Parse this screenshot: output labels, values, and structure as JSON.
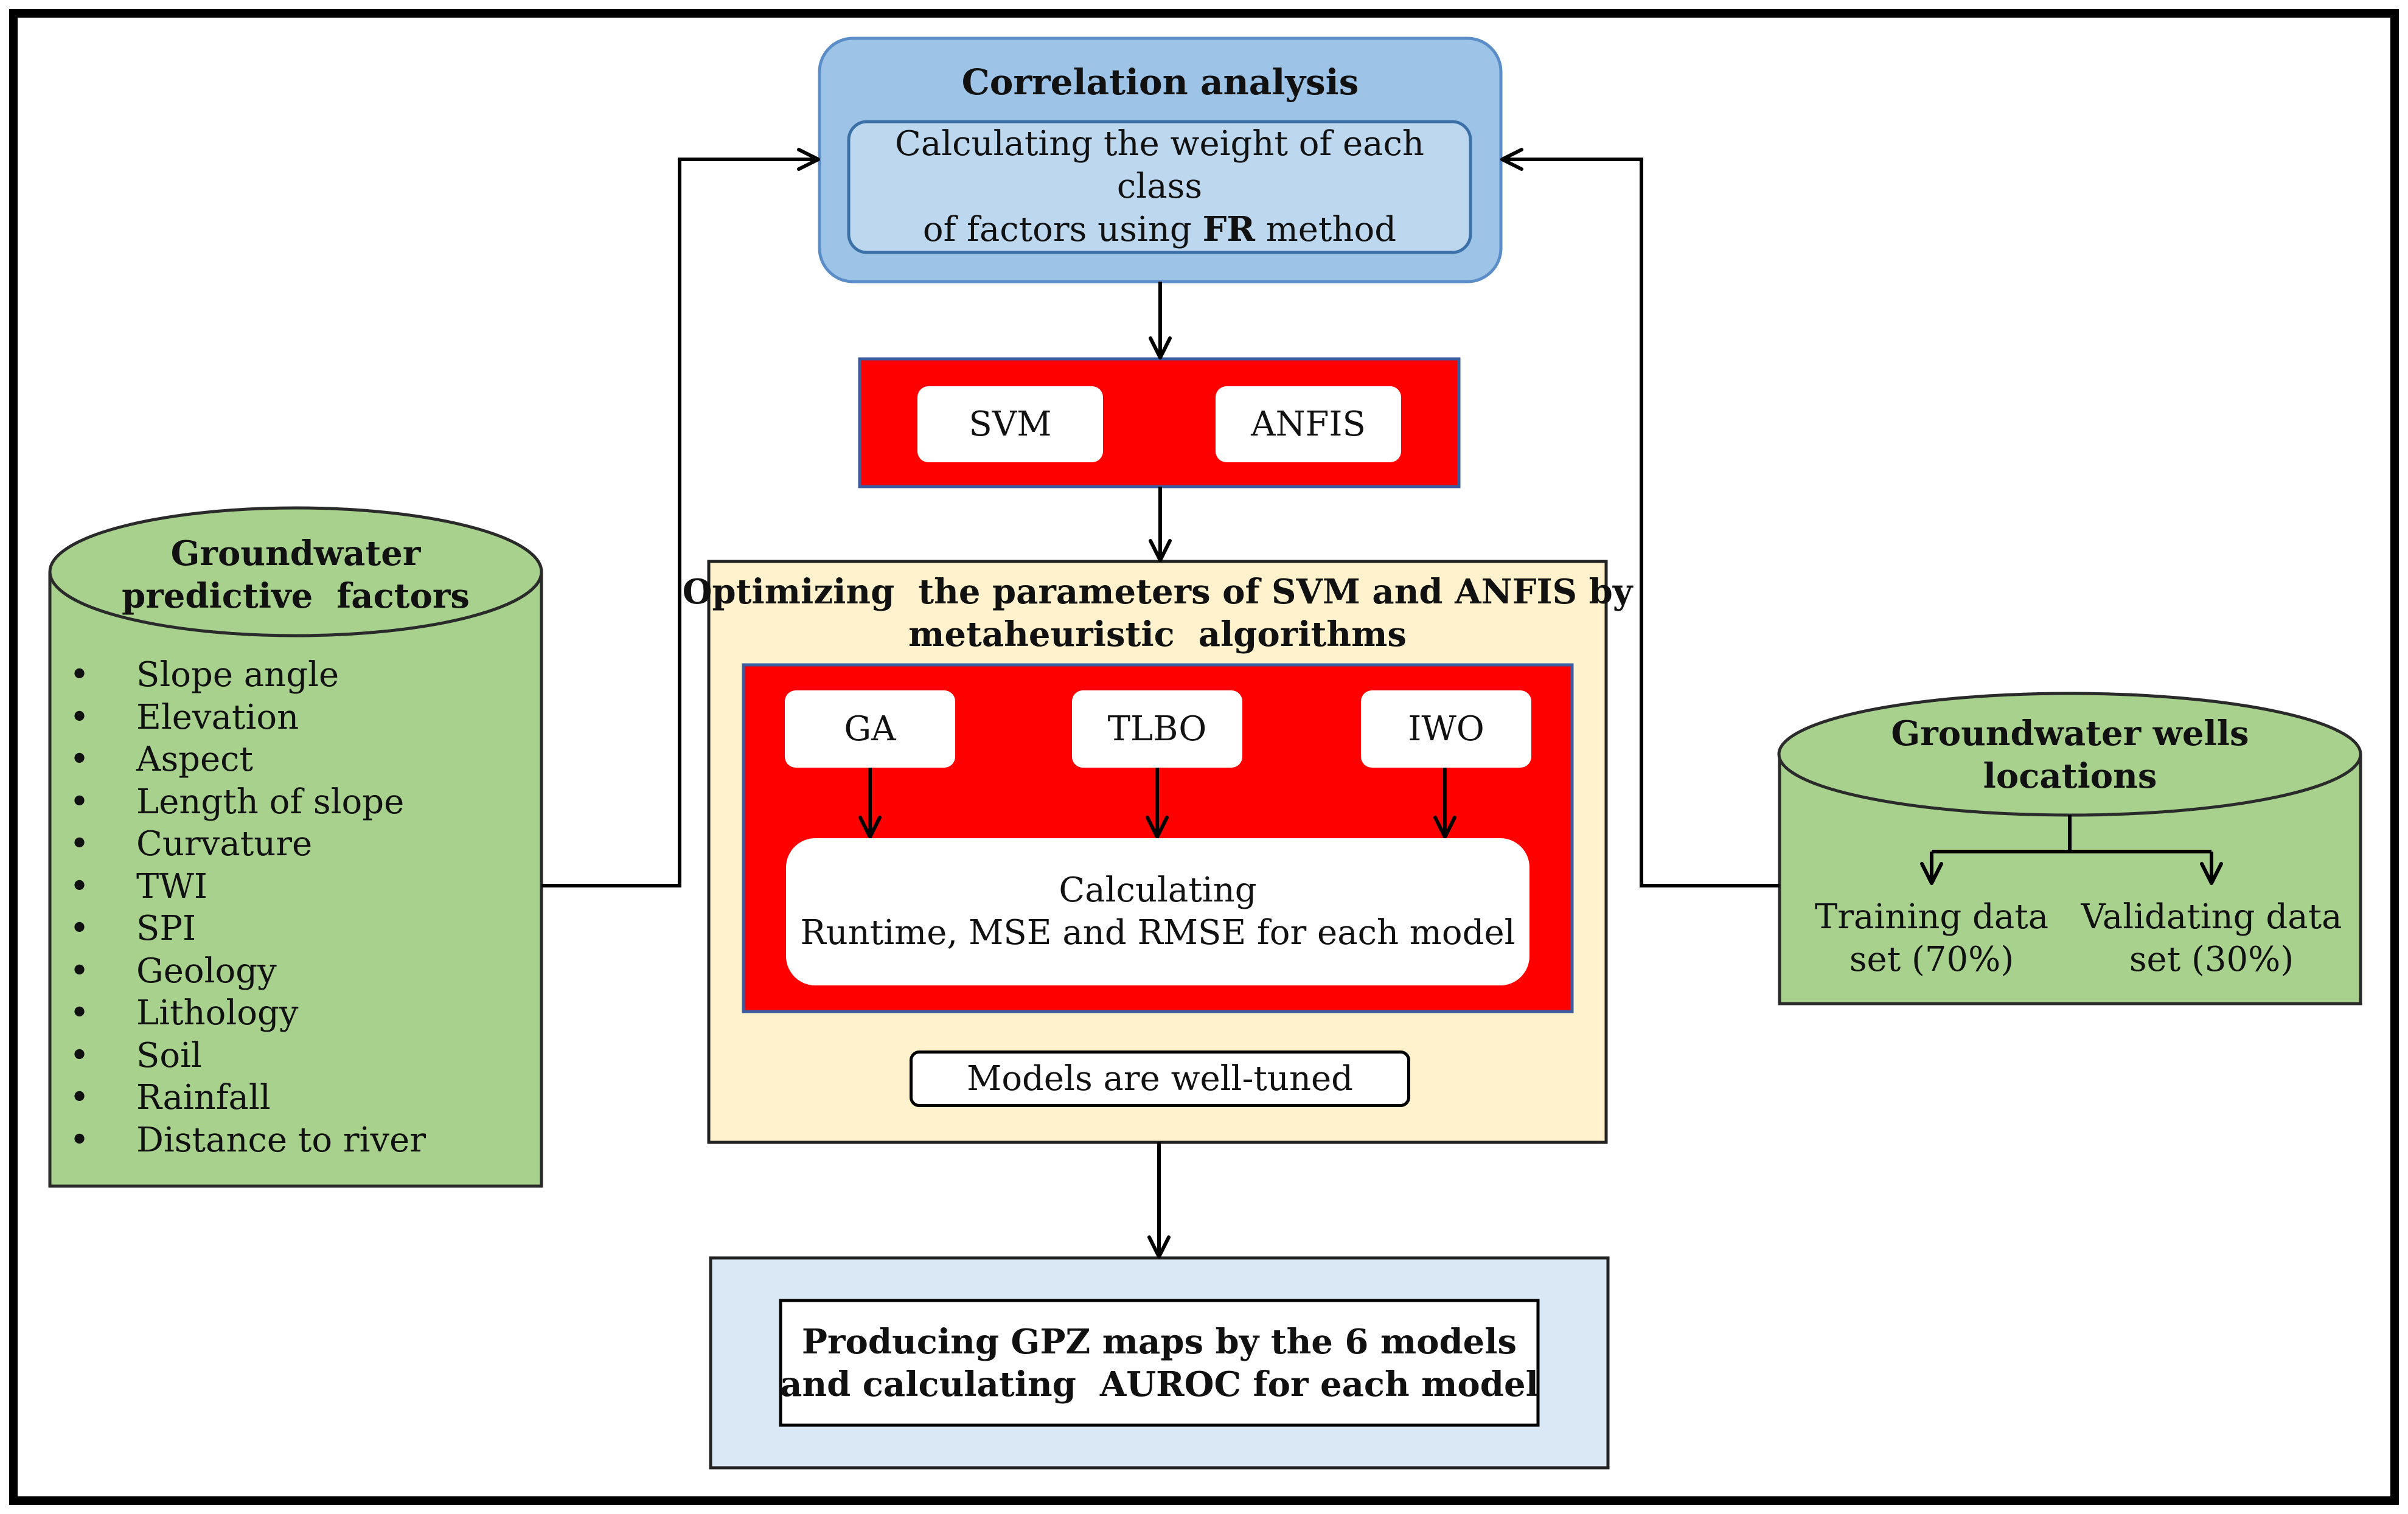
{
  "correlation": {
    "title": "Correlation analysis",
    "inner_text_line1": "Calculating the weight of each class",
    "inner_text_line2_prefix": "of factors using ",
    "inner_text_line2_bold": "FR",
    "inner_text_line2_suffix": " method"
  },
  "models": {
    "svm": "SVM",
    "anfis": "ANFIS"
  },
  "optimizing": {
    "title_line1": "Optimizing  the parameters of SVM and ANFIS by",
    "title_line2": "metaheuristic  algorithms",
    "algorithms": {
      "ga": "GA",
      "tlbo": "TLBO",
      "iwo": "IWO"
    },
    "calc_line1": "Calculating",
    "calc_line2": "Runtime, MSE and RMSE for each model",
    "tuned": "Models are well-tuned"
  },
  "predictive_factors": {
    "title_line1": "Groundwater",
    "title_line2": "predictive  factors",
    "items": [
      "Slope angle",
      "Elevation",
      "Aspect",
      "Length of slope",
      "Curvature",
      "TWI",
      "SPI",
      "Geology",
      "Lithology",
      "Soil",
      "Rainfall",
      "Distance to river"
    ]
  },
  "wells": {
    "title_line1": "Groundwater wells",
    "title_line2": "locations",
    "training_line1": "Training data",
    "training_line2": "set (70%)",
    "validating_line1": "Validating data",
    "validating_line2": "set (30%)"
  },
  "output": {
    "line1": "Producing GPZ maps by the 6 models",
    "line2": "and calculating  AUROC for each model"
  },
  "colors": {
    "green": "#a9d18e",
    "blue_outer": "#9dc3e6",
    "blue_inner": "#bdd7ee",
    "red": "#ff0000",
    "cream": "#fff2cc",
    "light_blue": "#dae8f5"
  }
}
